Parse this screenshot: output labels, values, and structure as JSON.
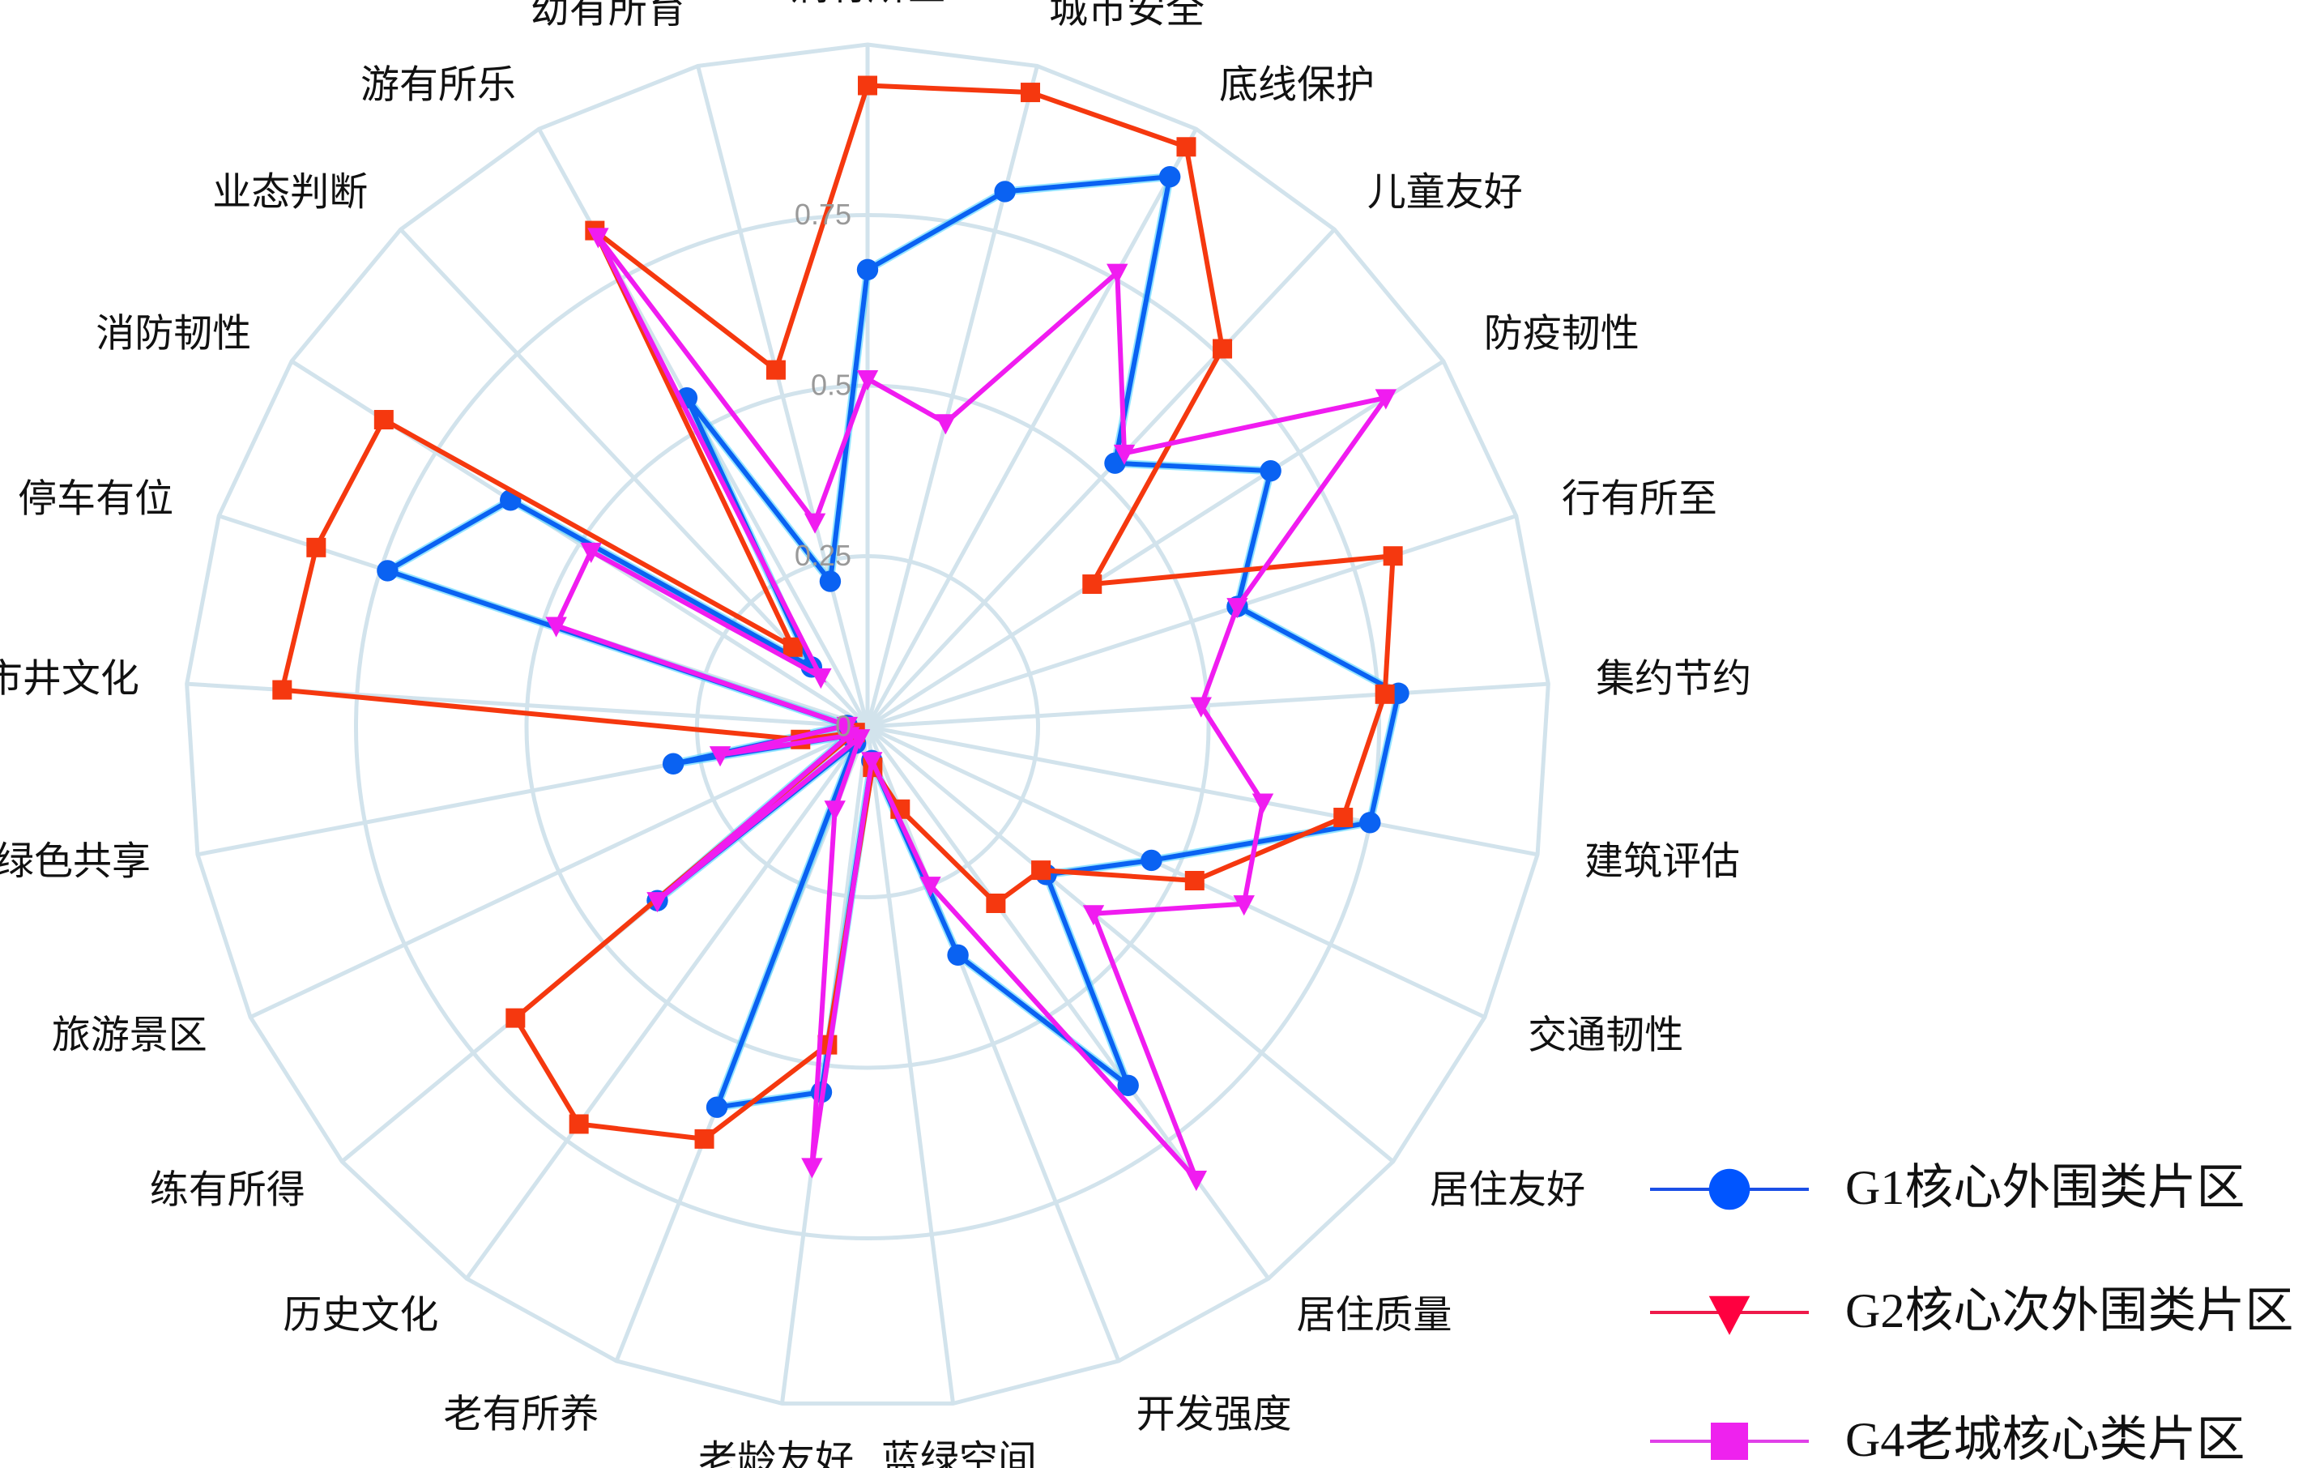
{
  "chart_data": {
    "type": "radar",
    "title": "",
    "categories": [
      "病有所医",
      "城市安全",
      "底线保护",
      "儿童友好",
      "防疫韧性",
      "行有所至",
      "集约节约",
      "建筑评估",
      "交通韧性",
      "居住友好",
      "居住质量",
      "开发强度",
      "蓝绿空间",
      "老龄友好",
      "老有所养",
      "历史文化",
      "练有所得",
      "旅游景区",
      "绿色共享",
      "市井文化",
      "停车有位",
      "消防韧性",
      "业态判断",
      "游有所乐",
      "幼有所育"
    ],
    "rlim": [
      0,
      1
    ],
    "ticks": [
      0,
      0.25,
      0.5,
      0.75
    ],
    "tick_labels": [
      "0",
      "0.25",
      "0.5",
      "0.75"
    ],
    "grid": true,
    "legend_position": "bottom-right",
    "series": [
      {
        "name": "G1核心外围类片区",
        "color": "#0a62f2",
        "marker": "circle",
        "values": [
          0.67,
          0.81,
          0.92,
          0.53,
          0.7,
          0.57,
          0.78,
          0.75,
          0.46,
          0.34,
          0.65,
          0.36,
          0.05,
          0.54,
          0.6,
          0.03,
          0.4,
          0.03,
          0.29,
          0.03,
          0.74,
          0.62,
          0.12,
          0.55,
          0.22
        ]
      },
      {
        "name": "G4老城核心类片区",
        "color": "#f5380f",
        "marker": "square",
        "values": [
          0.94,
          0.96,
          0.97,
          0.76,
          0.39,
          0.81,
          0.76,
          0.71,
          0.53,
          0.33,
          0.32,
          0.13,
          0.06,
          0.47,
          0.65,
          0.72,
          0.67,
          0.02,
          0.1,
          0.86,
          0.85,
          0.84,
          0.16,
          0.83,
          0.54
        ]
      },
      {
        "name": "G2核心次外围类片区",
        "color": "#f01cf0",
        "marker": "triangle-down",
        "values": [
          0.51,
          0.46,
          0.76,
          0.55,
          0.9,
          0.57,
          0.49,
          0.59,
          0.61,
          0.43,
          0.82,
          0.25,
          0.05,
          0.65,
          0.13,
          0.02,
          0.4,
          0.03,
          0.22,
          0.03,
          0.48,
          0.48,
          0.1,
          0.82,
          0.31
        ]
      }
    ],
    "legend": [
      {
        "label": "G1核心外围类片区",
        "line_color": "#1b4fe6",
        "marker_color": "#0055ff",
        "marker": "circle"
      },
      {
        "label": "G2核心次外围类片区",
        "line_color": "#ee1a4a",
        "marker_color": "#ff0040",
        "marker": "triangle-down"
      },
      {
        "label": "G4老城核心类片区",
        "line_color": "#e040e8",
        "marker_color": "#ee22ee",
        "marker": "square"
      }
    ],
    "grid_color": "#d2e3ec"
  }
}
